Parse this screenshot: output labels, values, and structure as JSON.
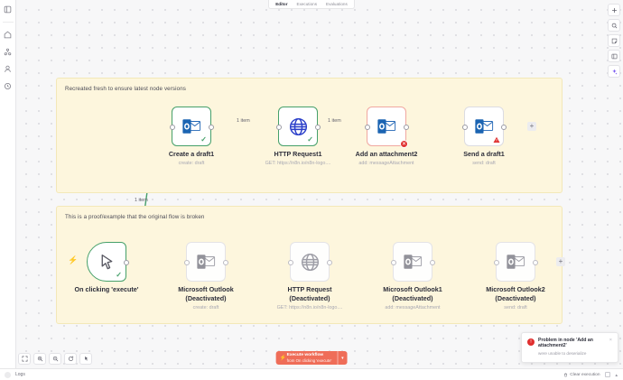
{
  "tabs": [
    {
      "label": "Editor",
      "active": true
    },
    {
      "label": "Executions",
      "active": false
    },
    {
      "label": "Evaluations",
      "active": false
    }
  ],
  "sidebar": {
    "items": [
      {
        "name": "overview-icon"
      },
      {
        "name": "home-icon"
      },
      {
        "name": "workflows-icon"
      },
      {
        "name": "credentials-icon"
      },
      {
        "name": "templates-icon"
      }
    ]
  },
  "right_toolbar": {
    "items": [
      {
        "name": "add-node-button",
        "glyph": "+"
      },
      {
        "name": "zoom-search-button",
        "glyph": "search"
      },
      {
        "name": "sticky-note-button",
        "glyph": "note"
      },
      {
        "name": "open-panel-button",
        "glyph": "panel"
      },
      {
        "name": "ai-assistant-button",
        "glyph": "sparkle"
      }
    ]
  },
  "zoom_toolbar": {
    "items": [
      {
        "name": "zoom-to-fit-button"
      },
      {
        "name": "zoom-in-button"
      },
      {
        "name": "zoom-out-button"
      },
      {
        "name": "reset-zoom-button"
      },
      {
        "name": "tidy-up-button"
      }
    ]
  },
  "sticky_notes": [
    {
      "id": "sticky-top",
      "text": "Recreated fresh to ensure latest node versions"
    },
    {
      "id": "sticky-bottom",
      "text": "This is a proof/example that the original flow is broken"
    }
  ],
  "top_flow": {
    "nodes": [
      {
        "name": "create-a-draft1",
        "title": "Create a draft1",
        "subtitle": "create: draft",
        "icon": "outlook-icon",
        "state": "ok",
        "badge": "check"
      },
      {
        "name": "http-request1",
        "title": "HTTP Request1",
        "subtitle": "GET: https://n8n.io/n8n-logo....",
        "icon": "globe-icon",
        "state": "ok",
        "badge": "check"
      },
      {
        "name": "add-an-attachment2",
        "title": "Add an attachment2",
        "subtitle": "add: messageAttachment",
        "icon": "outlook-icon",
        "state": "error",
        "badge": "error"
      },
      {
        "name": "send-a-draft1",
        "title": "Send a draft1",
        "subtitle": "send: draft",
        "icon": "outlook-icon",
        "state": "idle",
        "badge": "warning"
      }
    ],
    "connection_labels": [
      "1 item",
      "1 item"
    ],
    "trigger_label": "1 item"
  },
  "bottom_flow": {
    "nodes": [
      {
        "name": "on-clicking-execute",
        "title": "On clicking 'execute'",
        "title2": "",
        "subtitle": "",
        "icon": "cursor-icon",
        "state": "ok",
        "badge": "check"
      },
      {
        "name": "microsoft-outlook",
        "title": "Microsoft Outlook",
        "title2": "(Deactivated)",
        "subtitle": "create: draft",
        "icon": "outlook-gray-icon",
        "state": "deactivated"
      },
      {
        "name": "http-request",
        "title": "HTTP Request",
        "title2": "(Deactivated)",
        "subtitle": "GET: https://n8n.io/n8n-logo....",
        "icon": "globe-gray-icon",
        "state": "deactivated"
      },
      {
        "name": "microsoft-outlook1",
        "title": "Microsoft Outlook1",
        "title2": "(Deactivated)",
        "subtitle": "add: messageAttachment",
        "icon": "outlook-gray-icon",
        "state": "deactivated"
      },
      {
        "name": "microsoft-outlook2",
        "title": "Microsoft Outlook2",
        "title2": "(Deactivated)",
        "subtitle": "send: draft",
        "icon": "outlook-gray-icon",
        "state": "deactivated"
      }
    ]
  },
  "execute": {
    "line1": "Execute workflow",
    "line2": "from On clicking 'execute'",
    "caret": "▾"
  },
  "toast": {
    "title": "Problem in node 'Add an attachment2'",
    "message": "were unable to deserialize",
    "close": "×",
    "icon_glyph": "!"
  },
  "statusbar": {
    "logs_label": "Logs",
    "clear_label": "Clear execution"
  },
  "colors": {
    "accent_green": "#46a06a",
    "error_red": "#e02f2f",
    "execute_orange": "#ef6d58",
    "sticky_yellow": "#fdf6dd",
    "ai_purple": "#7b5bf0",
    "canvas_bg": "#f7f7f8"
  }
}
